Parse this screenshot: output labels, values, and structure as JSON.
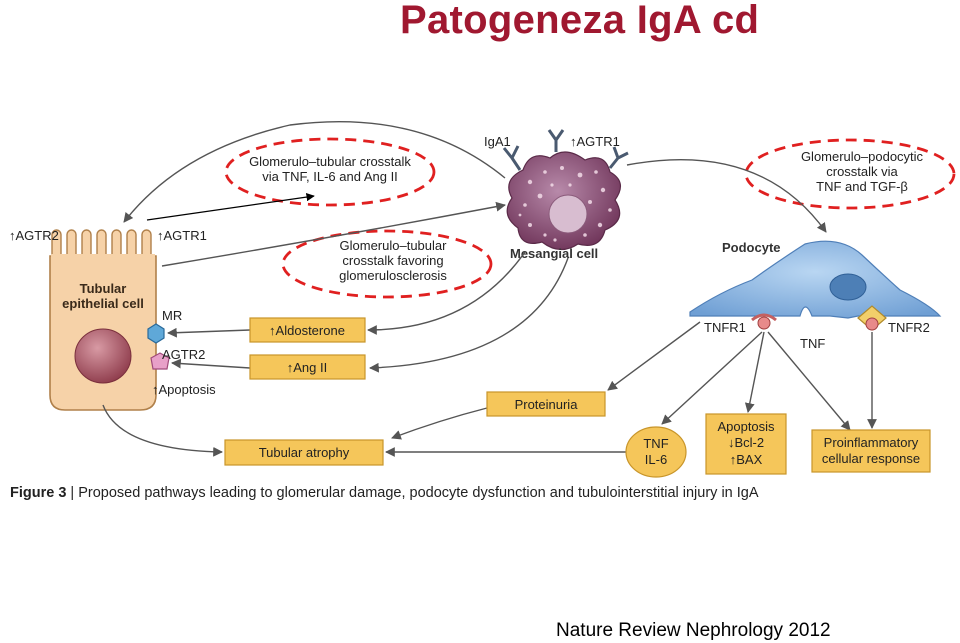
{
  "slide": {
    "title": "Patogeneza IgA cd",
    "citation": "Nature Review Nephrology 2012"
  },
  "figure": {
    "caption_label": "Figure 3",
    "caption_text": "Proposed pathways leading to glomerular damage, podocyte dysfunction and tubulointerstitial injury in IgA"
  },
  "cells": {
    "tubular_cell": [
      "Tubular",
      "epithelial cell"
    ],
    "mesangial_cell": "Mesangial cell",
    "podocyte": "Podocyte"
  },
  "receptors": {
    "agtr2_top": "AGTR2",
    "agtr1_tubular": "AGTR1",
    "mr": "MR",
    "agtr2_side": "AGTR2",
    "apoptosis_tubular": "Apoptosis",
    "iga1": "IgA1",
    "agtr1_mesangial": "AGTR1",
    "tnfr1": "TNFR1",
    "tnfr2": "TNFR2",
    "tnf": "TNF"
  },
  "crosstalk": {
    "glomerulo_tubular_1": [
      "Glomerulo–tubular crosstalk",
      "via TNF, IL-6 and Ang II"
    ],
    "glomerulo_tubular_2": [
      "Glomerulo–tubular",
      "crosstalk favoring",
      "glomerulosclerosis"
    ],
    "glomerulo_podocytic": [
      "Glomerulo–podocytic",
      "crosstalk via",
      "TNF and TGF-β"
    ]
  },
  "boxes": {
    "aldosterone": "Aldosterone",
    "ang_ii": "Ang II",
    "proteinuria": "Proteinuria",
    "tubular_atrophy": "Tubular atrophy",
    "tnf_il6": [
      "TNF",
      "IL-6"
    ],
    "apoptosis_box": [
      "Apoptosis",
      "Bcl-2",
      "BAX"
    ],
    "proinflammatory": [
      "Proinflammatory",
      "cellular response"
    ]
  },
  "colors": {
    "title": "#a01830",
    "box_fill": "#f5c65a",
    "box_stroke": "#c8952a",
    "tubular_fill": "#f6d2a8",
    "tubular_stroke": "#b0804a",
    "nucleus": "#a8505e",
    "mesangial": "#8a4a72",
    "podocyte": "#8fb9e6",
    "dashed_ellipse": "#e02020",
    "arrow": "#555555"
  }
}
